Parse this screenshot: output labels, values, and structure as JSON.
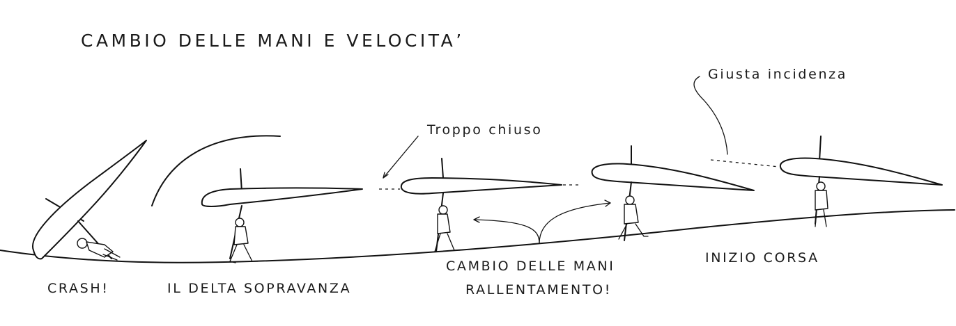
{
  "title": "CAMBIO DELLE MANI E VELOCITA’",
  "notes": {
    "troppo_chiuso": "Troppo chiuso",
    "giusta_incidenza": "Giusta incidenza"
  },
  "captions": {
    "crash": "CRASH!",
    "sopravanza": "IL DELTA SOPRAVANZA",
    "cambio_line1": "CAMBIO DELLE MANI",
    "cambio_line2": "RALLENTAMENTO!",
    "inizio": "INIZIO CORSA"
  }
}
